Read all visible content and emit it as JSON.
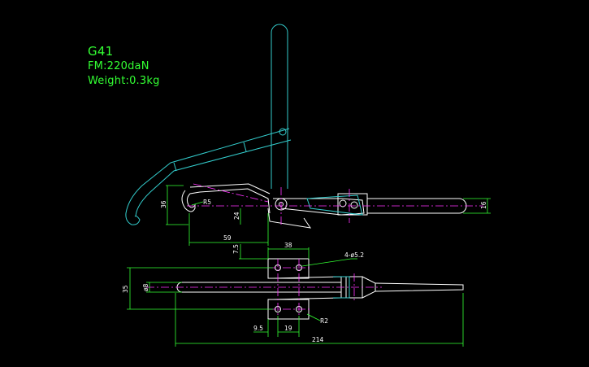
{
  "info": {
    "model": "G41",
    "force": "FM:220daN",
    "weight": "Weight:0.3kg"
  },
  "dimensions": {
    "r5": "R5",
    "d36": "36",
    "d24": "24",
    "d59": "59",
    "d16": "16",
    "d7_5": "7.5",
    "d38": "38",
    "hole": "4-ø5.2",
    "d35": "35",
    "d8": "ø8",
    "r2": "R2",
    "d9_5": "9.5",
    "d19": "19",
    "d214": "214"
  },
  "colors": {
    "background": "#000000",
    "outline": "#ffffff",
    "handle": "#33cccc",
    "centerline": "#ff33ff",
    "dimension": "#33ff33",
    "text": "#33ff33"
  }
}
